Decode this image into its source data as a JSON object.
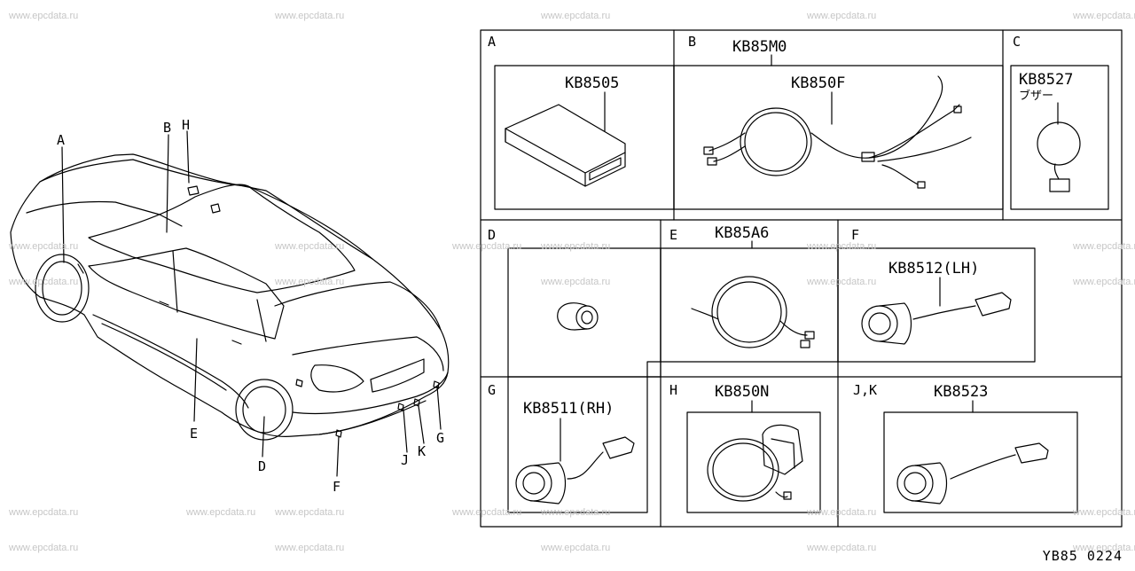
{
  "watermark": "www.epcdata.ru",
  "footer_code": "YB85 0224",
  "car_callouts": [
    "A",
    "B",
    "H",
    "E",
    "D",
    "F",
    "J",
    "K",
    "G"
  ],
  "cells": {
    "A": {
      "label": "A",
      "part": "KB8505"
    },
    "B": {
      "label": "B",
      "assembly": "KB85M0",
      "part": "KB850F"
    },
    "C": {
      "label": "C",
      "part": "KB8527",
      "note": "ブザー"
    },
    "D": {
      "label": "D"
    },
    "E": {
      "label": "E",
      "part": "KB85A6"
    },
    "F": {
      "label": "F",
      "part": "KB8512(LH)"
    },
    "G": {
      "label": "G",
      "part": "KB8511(RH)"
    },
    "H": {
      "label": "H",
      "part": "KB850N"
    },
    "JK": {
      "label": "J,K",
      "part": "KB8523"
    }
  },
  "colors": {
    "line": "#000000",
    "watermark": "#c6c6c6",
    "background": "#ffffff"
  }
}
